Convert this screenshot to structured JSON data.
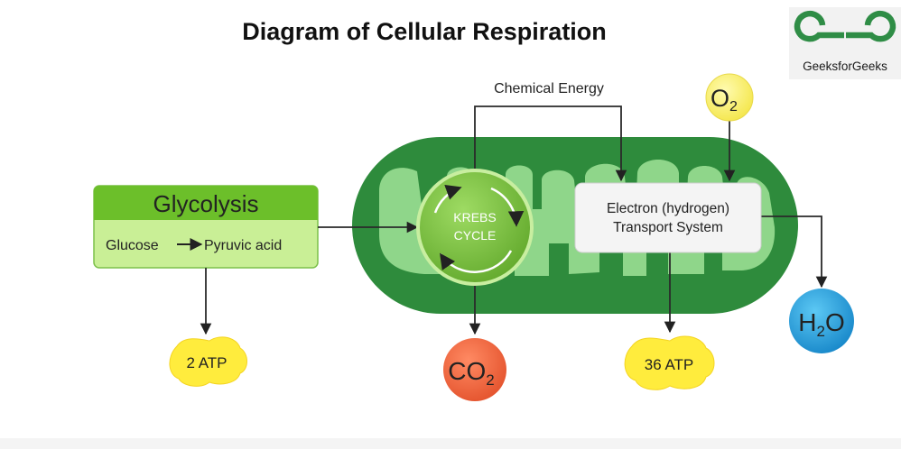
{
  "title": "Diagram of Cellular Respiration",
  "logo": {
    "text": "GeeksforGeeks",
    "color": "#2f8d46"
  },
  "glycolysis": {
    "heading": "Glycolysis",
    "from": "Glucose",
    "to": "Pyruvic acid"
  },
  "chemical_energy": "Chemical Energy",
  "krebs": {
    "line1": "KREBS",
    "line2": "CYCLE"
  },
  "electron_transport": {
    "line1": "Electron (hydrogen)",
    "line2": "Transport System"
  },
  "oxygen": {
    "symbol": "O",
    "subscript": "2"
  },
  "water": {
    "h": "H",
    "subscript": "2",
    "o": "O"
  },
  "carbon_dioxide": {
    "symbol": "CO",
    "subscript": "2"
  },
  "atp_glycolysis": "2 ATP",
  "atp_etc": "36 ATP",
  "colors": {
    "mito_outer": "#2e8b3c",
    "mito_inner": "#8fd68a",
    "glycolysis_header": "#6cbf2a",
    "glycolysis_body": "#c9ef96",
    "krebs": "#7ac043",
    "oxygen": "#fff37a",
    "water": "#2aa7e6",
    "carbon_dioxide": "#f26b43",
    "atp": "#ffec3d"
  }
}
